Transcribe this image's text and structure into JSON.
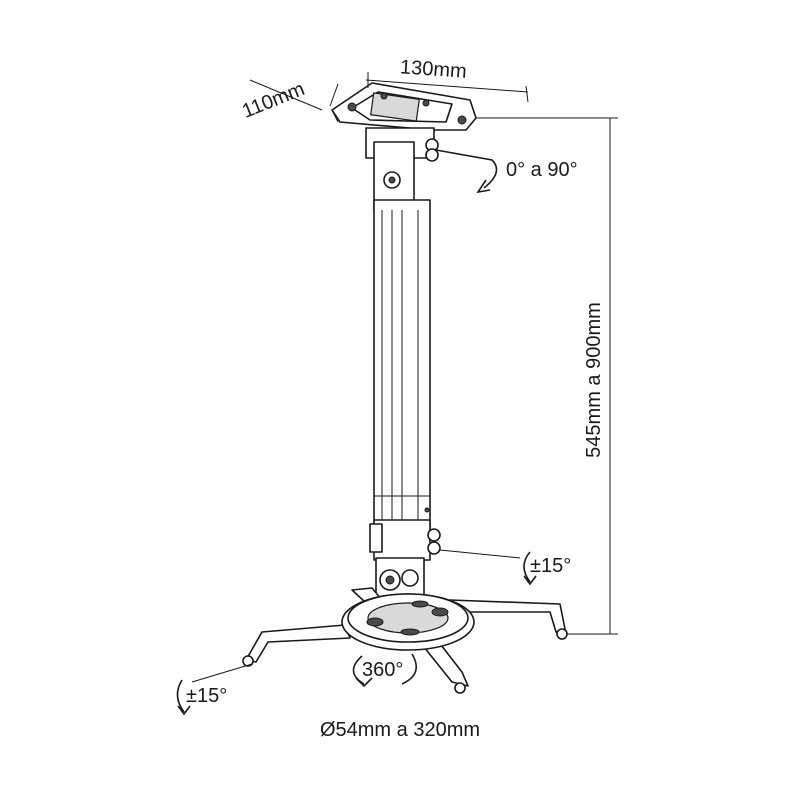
{
  "labels": {
    "top_depth": "110mm",
    "top_width": "130mm",
    "tilt_top": "0° a 90°",
    "height_range": "545mm a 900mm",
    "tilt_bottom": "±15°",
    "rotation": "360°",
    "tilt_arm": "±15°",
    "diameter_range": "Ø54mm a 320mm"
  },
  "colors": {
    "stroke": "#1a1a1a",
    "background": "#ffffff",
    "shade": "#d9d9d9"
  }
}
